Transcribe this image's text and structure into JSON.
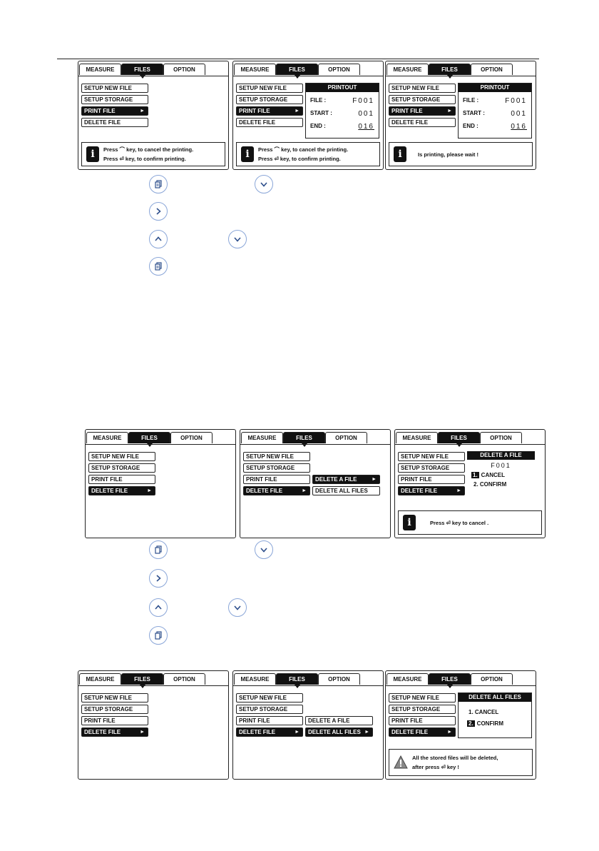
{
  "tabs": [
    "MEASURE",
    "FILES",
    "OPTION"
  ],
  "menu": [
    "SETUP NEW FILE",
    "SETUP STORAGE",
    "PRINT FILE",
    "DELETE FILE"
  ],
  "arrow": "►",
  "printout": {
    "title": "PRINTOUT",
    "file_label": "FILE :",
    "file_value": "F001",
    "start_label": "START :",
    "start_value": "001",
    "end_label": "END :",
    "end_value": "016"
  },
  "print_hint": {
    "line1_a": "Press",
    "line1_b": "key,  to cancel the printing.",
    "line2_a": "Press",
    "line2_b": "key,  to confirm printing."
  },
  "printing_msg": "Is printing, please wait !",
  "delete_sub": [
    "DELETE A FILE",
    "DELETE ALL FILES"
  ],
  "delete_file_panel": {
    "title": "DELETE A FILE",
    "file": "F001",
    "opt1_num": "1.",
    "opt1": "CANCEL",
    "opt2_num": "2.",
    "opt2": "CONFIRM"
  },
  "delete_cancel_hint": {
    "a": "Press",
    "b": "key to cancel ."
  },
  "delete_all_panel": {
    "title": "DELETE ALL FILES",
    "opt1_num": "1.",
    "opt1": "CANCEL",
    "opt2_num": "2.",
    "opt2": "CONFIRM"
  },
  "delete_all_warn": {
    "line1": "All the stored files will be deleted,",
    "line2_a": "after press",
    "line2_b": "key !"
  },
  "icons": {
    "enter": "enter-key-icon",
    "right": "chevron-right-icon",
    "up": "chevron-up-icon",
    "down": "chevron-down-icon",
    "info": "info-icon",
    "warning": "warning-icon"
  },
  "colors": {
    "key_ring": "#8aa6d8",
    "key_glyph": "#2e4f8c",
    "highlight": "#111111"
  }
}
